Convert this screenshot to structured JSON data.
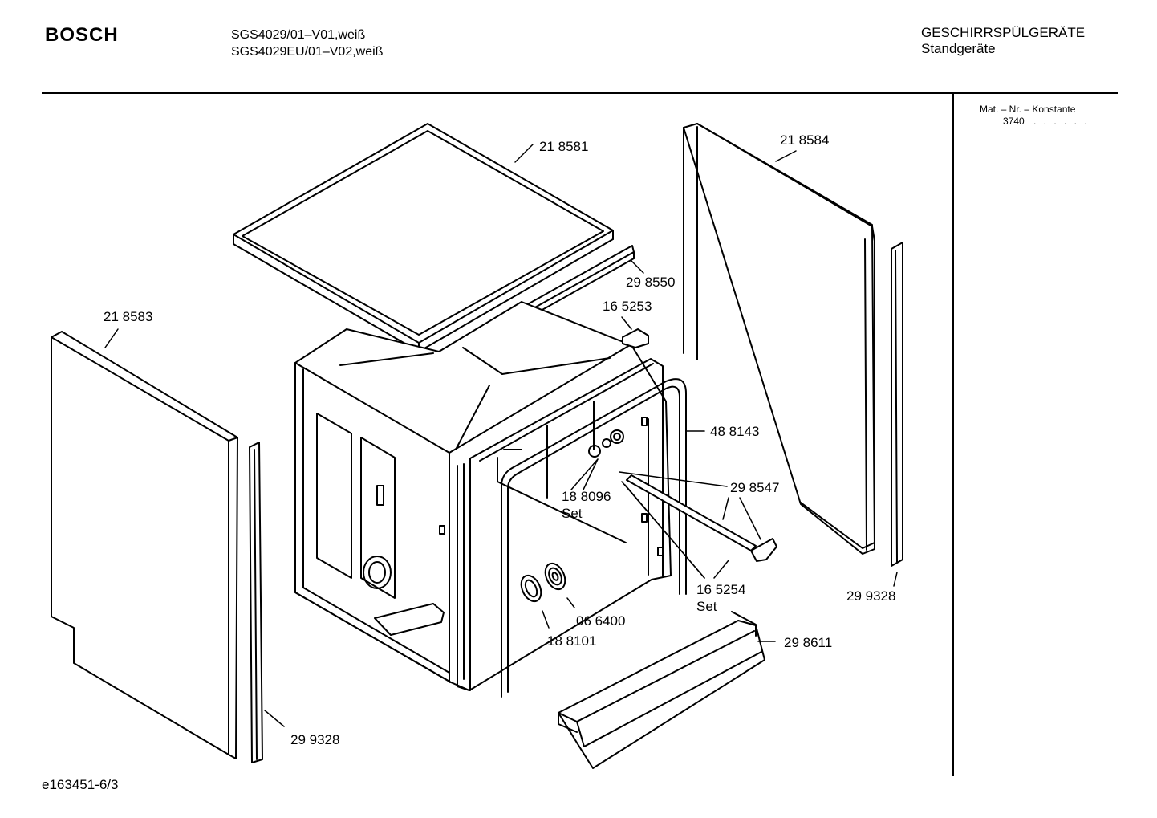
{
  "header": {
    "brand": "BOSCH",
    "models": [
      "SGS4029/01–V01,weiß",
      "SGS4029EU/01–V02,weiß"
    ],
    "category": "GESCHIRRSPÜLGERÄTE",
    "subcategory": "Standgeräte"
  },
  "sidebar": {
    "mat_label": "Mat. – Nr. – Konstante",
    "mat_value": "3740",
    "mat_dots": ". . . . . ."
  },
  "footer": {
    "doc_id": "e163451-6/3"
  },
  "parts": {
    "top_cover": "21 8581",
    "side_panel_right": "21 8584",
    "top_trim": "29 8550",
    "clip": "16 5253",
    "side_panel_left": "21 8583",
    "door_seal": "48 8143",
    "hinge": "29 8547",
    "screw_set_num": "18 8096",
    "screw_set_suffix": "Set",
    "hinge_set_num": "16 5254",
    "hinge_set_suffix": "Set",
    "cap": "06 6400",
    "seal_ring": "18 8101",
    "plinth": "29 8611",
    "edge_strip_right": "29 9328",
    "edge_strip_left": "29 9328"
  }
}
